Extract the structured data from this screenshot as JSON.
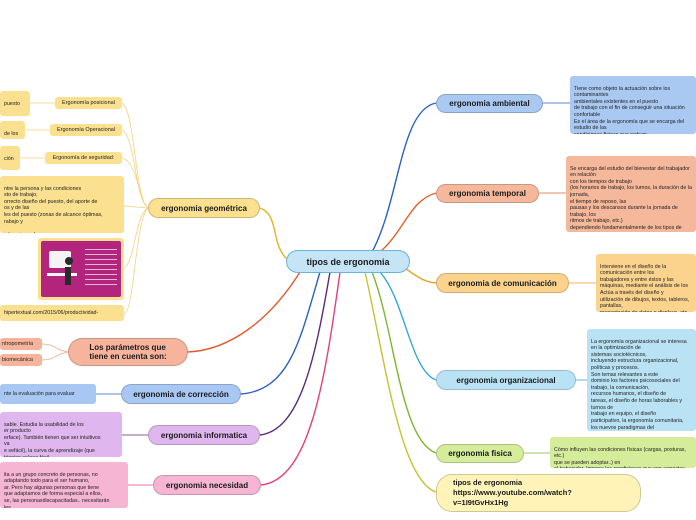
{
  "center": {
    "label": "tipos de ergonomia"
  },
  "colors": {
    "ambiental": "#a9c8f2",
    "temporal": "#f6b89b",
    "comunicacion": "#fbd38d",
    "organizacional": "#b9e3f5",
    "fisica": "#d5ec9a",
    "geometrica": "#fbe08f",
    "parametros": "#f7b49c",
    "correccion": "#a8c8f3",
    "informatica": "#e0b6ef",
    "necesidad": "#f6b6d3",
    "center": "#c5e4f6",
    "link": "#fff3b8"
  },
  "branches": {
    "ambiental": {
      "label": "ergonomia ambiental",
      "note": "Tiene como objeto la actuación sobre los contaminantes\nambientales existentes en el puesto\nde trabajo con el fin de conseguir una situación confortable\nEs el área de la ergonomía que se encarga del estudio de las\ncondiciones físicas que rodean\n\nal ser humano y que influyen en su desempeño al realizar\ndiversas actividades"
    },
    "temporal": {
      "label": "ergonomia temporal",
      "note": "Se encarga del estudio del bienestar del trabajador en relación\ncon los tiempos de trabajo\n(los horarios de trabajo, los turnos, la duración de la jornada,\nel tiempo de reposo, las\npausas y los descansos durante la jornada de trabajo, los\nritmos de trabajo, etc.)\ndependiendo fundamentalmente de los tipos de\norganización de los mismos,\nmecanización, automatización, etc., evitando con ello\nproblemas de fatiga física y mental\nen el trabajador."
    },
    "comunicacion": {
      "label": "ergonomia de comunicación",
      "note": "Interviene en el diseño de la comunicación entre los\ntrabajadores y entre éstos y las\nmáquinas, mediante el análisis de los\nActúa a través del diseño y\nutilización de dibujos, textos, tableros, pantallas,\npresentación de datos o displays, etc.,\nseñalización de seguridad, etc. como\ncomunicación."
    },
    "organizacional": {
      "label": "ergonomia organizacional",
      "note": "La ergonomía organizacional se interesa en la optimización de\nsistemas sociotécnicos,\nincluyendo estructura organizacional, políticas y procesos.\nSon temas relevantes a este\ndominio los factores psicosociales del trabajo, la comunicación,\nrecursos humanos, el diseño de\ntareas, el diseño de horas laborables y turnos de\ntrabajo en equipo, el diseño\nparticipativo, la ergonomía comunitaria,\nlos nuevos paradigmas del\n\nEs decir, cómo influyen las condiciones\nmental del trabajador (que\nno tenga fatiga, cansancio... para poder\nligada a la ergonomía temporal."
    },
    "fisica": {
      "label": "ergonomia fisica",
      "note": "Cómo influyen las condiciones físicas (cargas, posturas, etc.)\nque se pueden adoptar..) en\nel trabajador. Impone las condiciones que son correctas para\ntrabajar para el ser humano."
    },
    "video": {
      "label": "tipos de ergonomia\nhttps://www.youtube.com/watch?\nv=1I9tGvHx1Hg"
    },
    "geometrica": {
      "label": "ergonomia geométrica",
      "tags": [
        "Ergonomía posicional",
        "Ergonomía Operacional",
        "Ergonomía de seguridad:"
      ],
      "leftnotes": [
        "puesto",
        "de los",
        "ción"
      ],
      "note": "ntre la persona y las condiciones\nsto de trabajo,\norrecto diseño del puesto, del aporte de\nos y de las\nles del puesto (zonas de alcance óptimas,\nrabajo y\n\na las piernas).",
      "link": "hipertextual.com/2015/06/productividad-"
    },
    "parametros": {
      "label": "Los parámetros que\ntiene en cuenta son:",
      "items": [
        "ntropometría",
        "biomecánica"
      ]
    },
    "correccion": {
      "label": "ergonomia de corrección",
      "note": "nte la evaluación para evaluar"
    },
    "informatica": {
      "label": "ergonomia informatica",
      "note": "sable. Estudia la usabilidad de los\ner producto\nerface). También tienen que ser intuitivos\nva\ne sefácil), la curva de aprendizaje (que\n técnico es)sea fácil."
    },
    "necesidad": {
      "label": "ergonomia necesidad",
      "note": "ita a un grupo concreto de personas, no\n adaptando todo para el ser humano,\nar. Pero hay algunas personas que tiene\nque adaptamos de forma especial a ellos,\nse, las personasdiscapacitadas.. necesitarán\nles."
    }
  }
}
